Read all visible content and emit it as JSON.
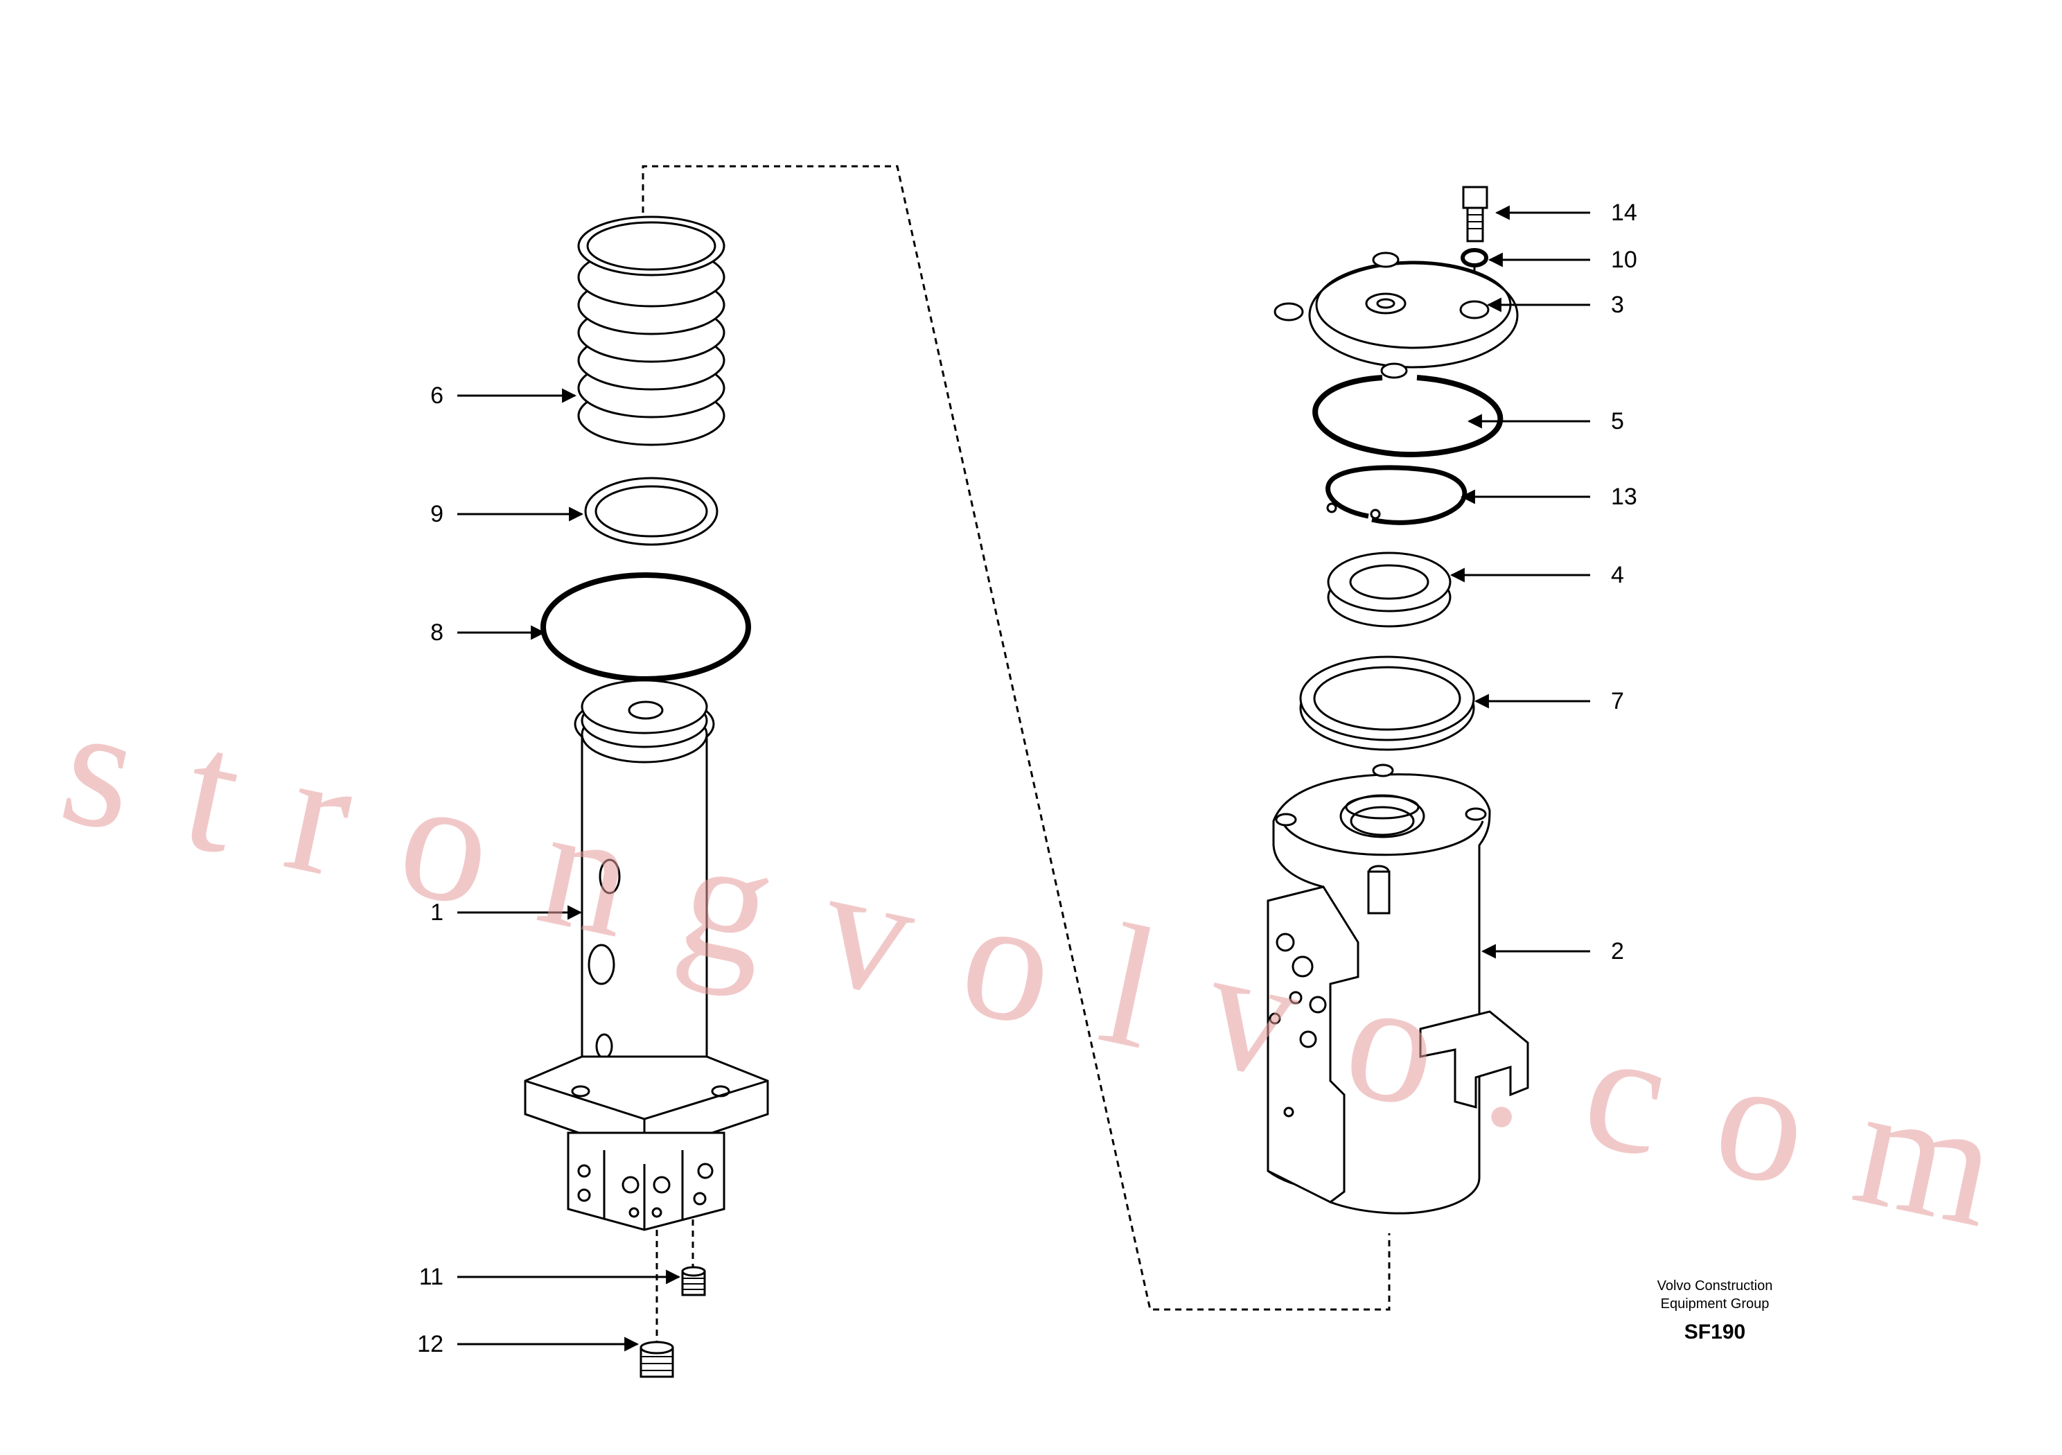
{
  "callouts": [
    "14",
    "10",
    "3",
    "5",
    "13",
    "4",
    "7",
    "2",
    "6",
    "9",
    "8",
    "1",
    "11",
    "12"
  ],
  "credit": {
    "line1": "Volvo Construction",
    "line2": "Equipment Group"
  },
  "drawing_code": "SF190",
  "watermark": "strongvolvo.com",
  "colors": {
    "line": "#000000",
    "watermark": "#e59a9a",
    "background": "#ffffff"
  }
}
